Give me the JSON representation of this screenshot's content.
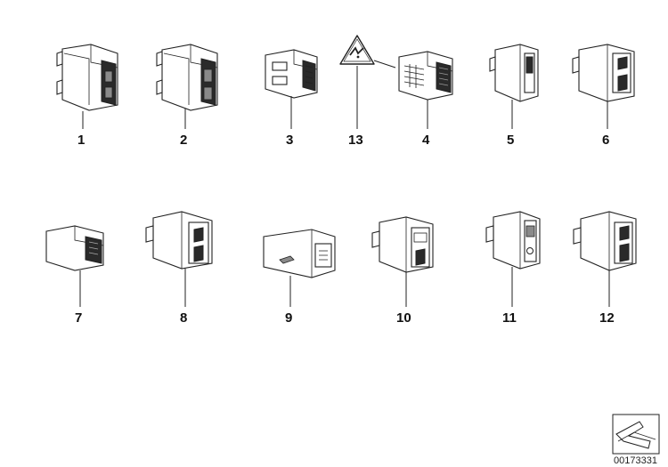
{
  "parts": [
    {
      "id": "1",
      "label": "1"
    },
    {
      "id": "2",
      "label": "2"
    },
    {
      "id": "3",
      "label": "3"
    },
    {
      "id": "13",
      "label": "13"
    },
    {
      "id": "4",
      "label": "4"
    },
    {
      "id": "5",
      "label": "5"
    },
    {
      "id": "6",
      "label": "6"
    },
    {
      "id": "7",
      "label": "7"
    },
    {
      "id": "8",
      "label": "8"
    },
    {
      "id": "9",
      "label": "9"
    },
    {
      "id": "10",
      "label": "10"
    },
    {
      "id": "11",
      "label": "11"
    },
    {
      "id": "12",
      "label": "12"
    }
  ],
  "reference_number": "00173331",
  "icons": {
    "warning": "hazard-triangle-icon",
    "corner": "arrow-icon"
  }
}
